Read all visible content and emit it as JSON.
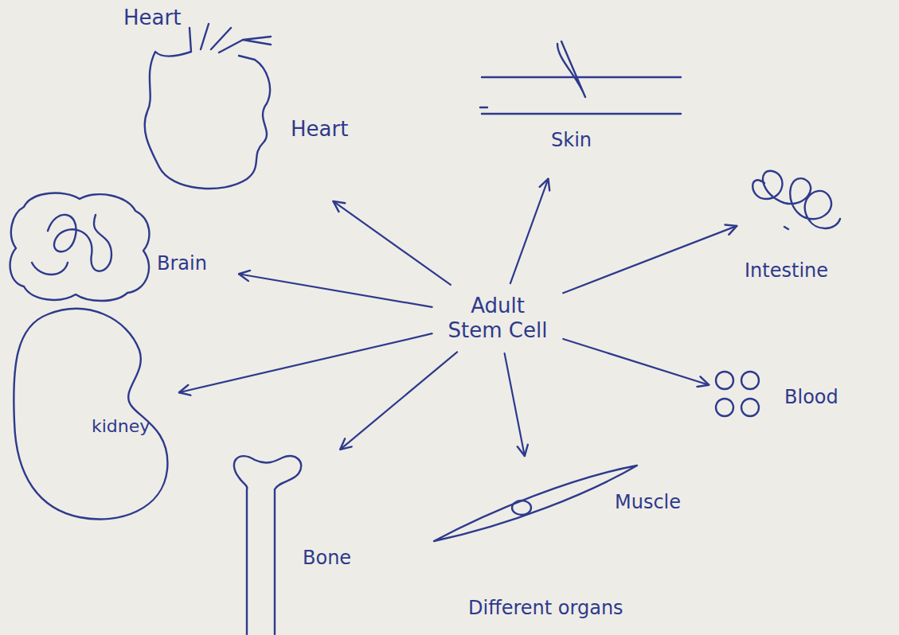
{
  "diagram": {
    "caption": "Different organs",
    "nodes": [
      {
        "text": [
          "Heart",
          "Heart"
        ]
      },
      {
        "text": [
          "Skin"
        ]
      },
      {
        "text": [
          "Intestine"
        ]
      },
      {
        "text": [
          "Brain"
        ]
      },
      {
        "text": [
          "Adult Stem Cell"
        ]
      },
      {
        "text": [
          "Blood"
        ]
      },
      {
        "text": [
          "kidney"
        ]
      },
      {
        "text": [
          "Bone"
        ]
      },
      {
        "text": [
          "Muscle"
        ]
      }
    ],
    "edges": [
      {
        "from": 4,
        "to": 0,
        "arrow": "to"
      },
      {
        "from": 4,
        "to": 1,
        "arrow": "to"
      },
      {
        "from": 4,
        "to": 2,
        "arrow": "to"
      },
      {
        "from": 4,
        "to": 3,
        "arrow": "to"
      },
      {
        "from": 4,
        "to": 5,
        "arrow": "to"
      },
      {
        "from": 4,
        "to": 6,
        "arrow": "to"
      },
      {
        "from": 4,
        "to": 7,
        "arrow": "to"
      },
      {
        "from": 4,
        "to": 8,
        "arrow": "to"
      }
    ]
  }
}
